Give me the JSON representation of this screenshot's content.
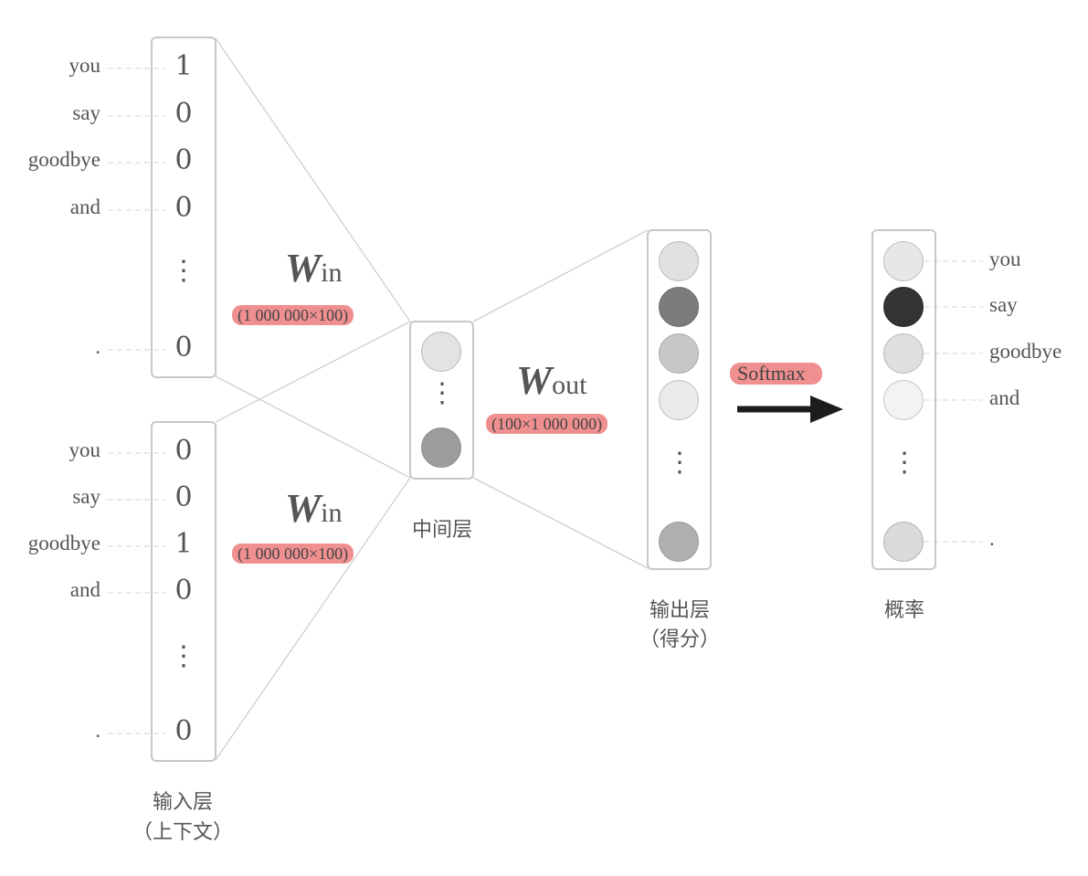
{
  "input_words": [
    "you",
    "say",
    "goodbye",
    "and"
  ],
  "end_dot": ".",
  "input_top_values": [
    "1",
    "0",
    "0",
    "0",
    "0"
  ],
  "input_bottom_values": [
    "0",
    "0",
    "1",
    "0",
    "0"
  ],
  "vdots": "⋮",
  "w_in": {
    "main": "W",
    "sub": "in",
    "dim": "(1 000 000×100)"
  },
  "w_out": {
    "main": "W",
    "sub": "out",
    "dim": "(100×1 000 000)"
  },
  "softmax_label": "Softmax",
  "labels": {
    "input_layer": "输入层",
    "input_layer_sub": "（上下文）",
    "middle_layer": "中间层",
    "output_layer": "输出层",
    "output_layer_sub": "（得分）",
    "probability": "概率"
  },
  "output_words": [
    "you",
    "say",
    "goodbye",
    "and"
  ],
  "colors": {
    "line": "#c8c8c8",
    "highlight": "#ef8f8f",
    "middle_nodes": [
      "#e2e4e4",
      "#9b9c9e"
    ],
    "score_nodes": [
      "#e0e2e2",
      "#7b7c7e",
      "#c6c7c9",
      "#eaecec",
      "#aeafb1"
    ],
    "prob_nodes": [
      "#e6e8e8",
      "#333333",
      "#dee0e0",
      "#f2f3f3",
      "#d9dbdb"
    ]
  }
}
